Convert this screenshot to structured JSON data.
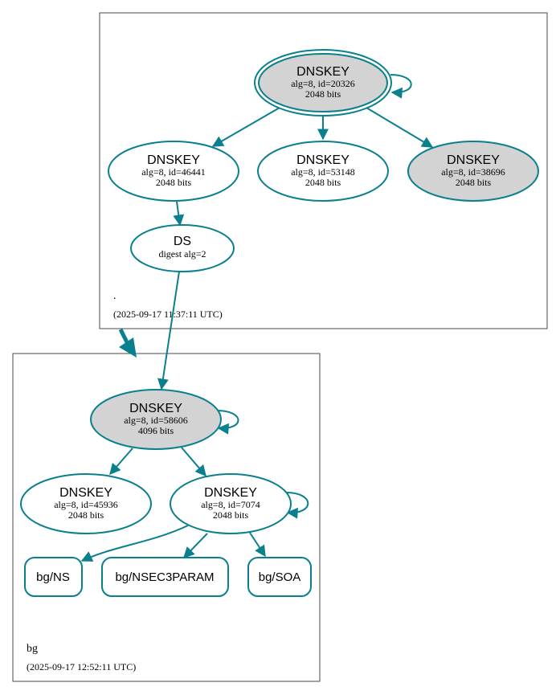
{
  "colors": {
    "edge": "#0a7f8d",
    "grey_fill": "#d3d3d3",
    "white_fill": "#ffffff",
    "cluster_border": "#4a4a4a"
  },
  "root_zone": {
    "name": ".",
    "timestamp": "(2025-09-17 11:37:11 UTC)",
    "ksk": {
      "title": "DNSKEY",
      "line1": "alg=8, id=20326",
      "line2": "2048 bits"
    },
    "zsk1": {
      "title": "DNSKEY",
      "line1": "alg=8, id=46441",
      "line2": "2048 bits"
    },
    "zsk2": {
      "title": "DNSKEY",
      "line1": "alg=8, id=53148",
      "line2": "2048 bits"
    },
    "zsk3": {
      "title": "DNSKEY",
      "line1": "alg=8, id=38696",
      "line2": "2048 bits"
    },
    "ds": {
      "title": "DS",
      "line1": "digest alg=2"
    }
  },
  "bg_zone": {
    "name": "bg",
    "timestamp": "(2025-09-17 12:52:11 UTC)",
    "ksk": {
      "title": "DNSKEY",
      "line1": "alg=8, id=58606",
      "line2": "4096 bits"
    },
    "zsk1": {
      "title": "DNSKEY",
      "line1": "alg=8, id=45936",
      "line2": "2048 bits"
    },
    "zsk2": {
      "title": "DNSKEY",
      "line1": "alg=8, id=7074",
      "line2": "2048 bits"
    },
    "rr_ns": "bg/NS",
    "rr_nsec3param": "bg/NSEC3PARAM",
    "rr_soa": "bg/SOA"
  }
}
